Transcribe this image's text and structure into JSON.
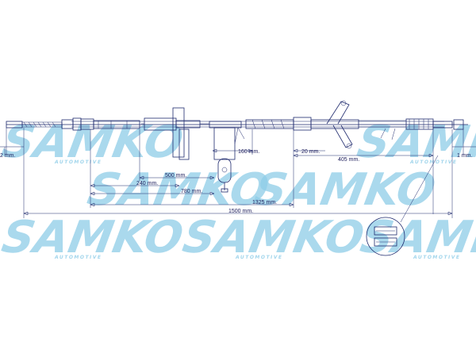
{
  "watermark": {
    "brand": "SAMKO",
    "tagline": "AUTOMOTIVE"
  },
  "dimensions": {
    "left_end": "2 mm.",
    "right_end": "1 mm.",
    "d_160": "160 mm.",
    "d_20": "20 mm.",
    "d_405": "405 mm.",
    "d_500": "500 mm.",
    "d_240": "240 mm.",
    "d_780": "780 mm.",
    "d_1325": "1325 mm.",
    "d_1500": "1500 mm."
  },
  "colors": {
    "line": "#1f2a6e",
    "watermark": "#8ecde8"
  }
}
